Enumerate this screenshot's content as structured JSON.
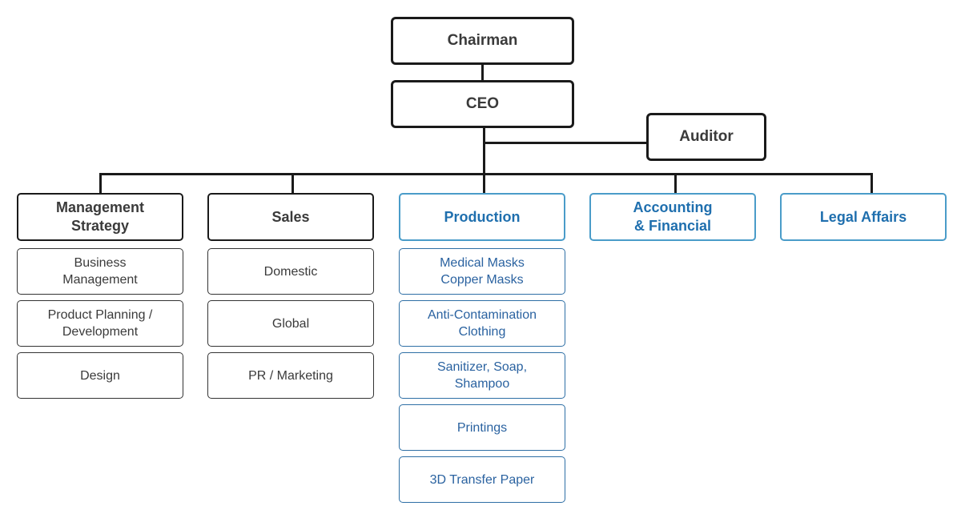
{
  "chairman": "Chairman",
  "ceo": "CEO",
  "auditor": "Auditor",
  "departments": [
    {
      "label": "Management\nStrategy",
      "accent": false,
      "subs": [
        "Business\nManagement",
        "Product Planning /\nDevelopment",
        "Design"
      ]
    },
    {
      "label": "Sales",
      "accent": false,
      "subs": [
        "Domestic",
        "Global",
        "PR / Marketing"
      ]
    },
    {
      "label": "Production",
      "accent": true,
      "subs": [
        "Medical Masks\nCopper Masks",
        "Anti-Contamination\nClothing",
        "Sanitizer, Soap,\nShampoo",
        "Printings",
        "3D Transfer Paper"
      ]
    },
    {
      "label": "Accounting\n& Financial",
      "accent": true,
      "subs": []
    },
    {
      "label": "Legal Affairs",
      "accent": true,
      "subs": []
    }
  ],
  "colors": {
    "line": "#1a1a1a",
    "accent_border": "#4a9cc9",
    "accent_text": "#1f6fae"
  }
}
